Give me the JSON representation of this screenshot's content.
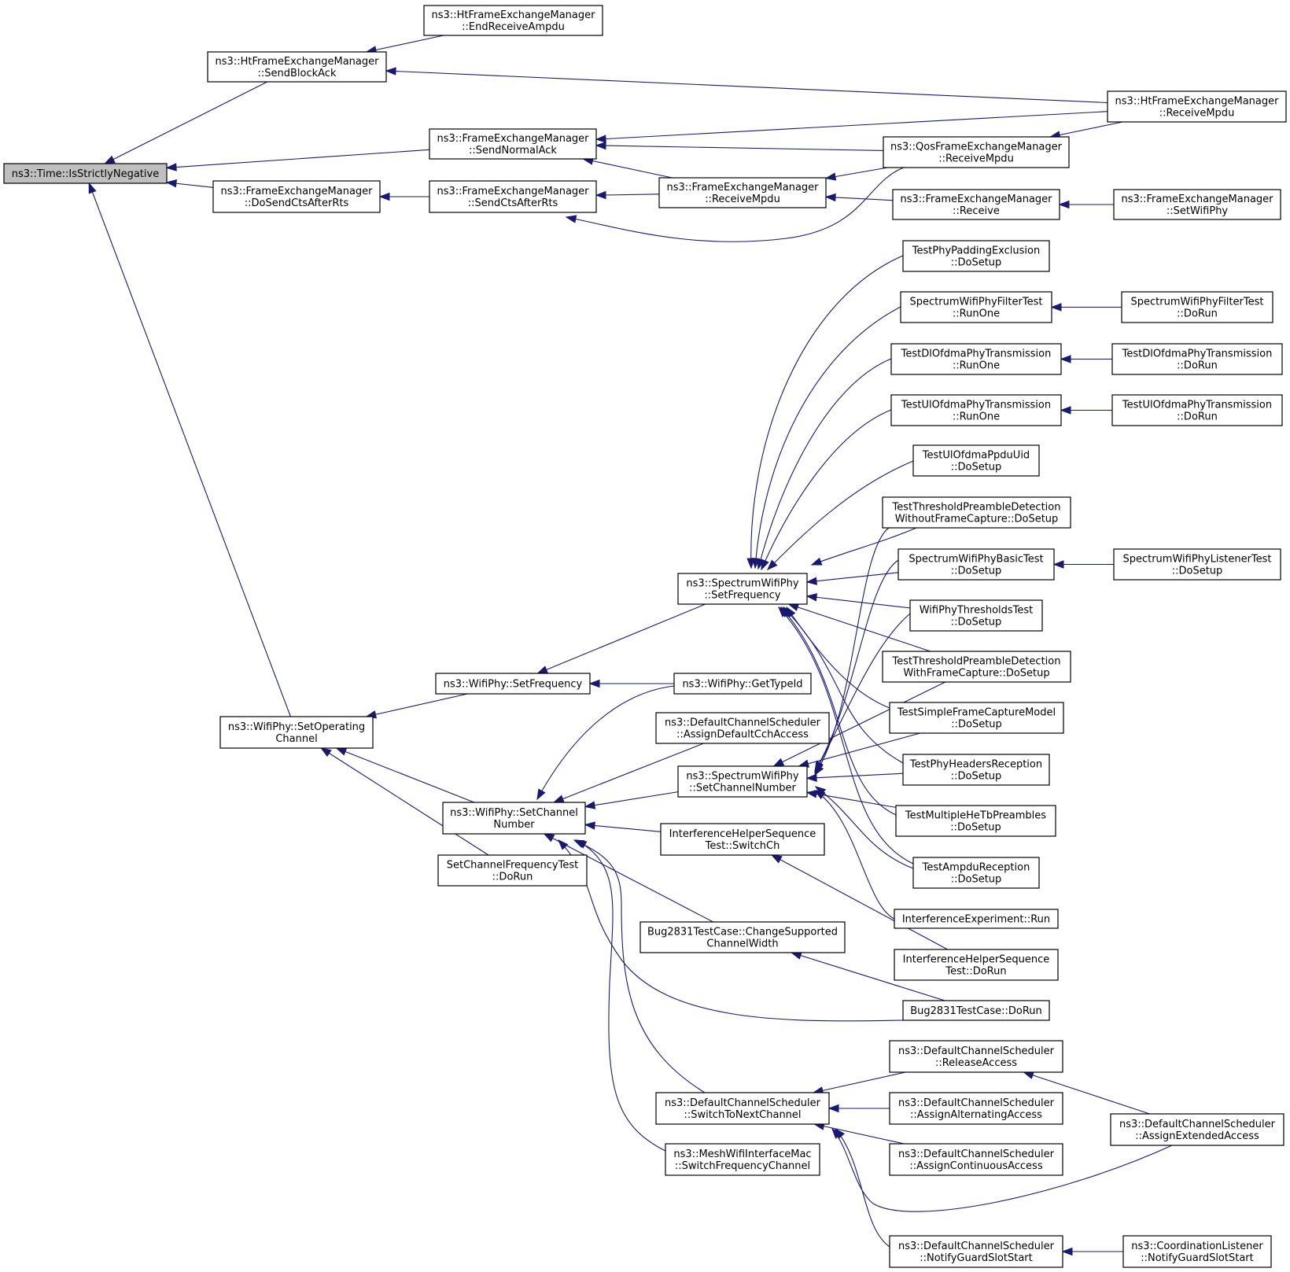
{
  "graph": {
    "edge_color": "#191970",
    "root_fill": "#bfbfbf",
    "nodes": [
      {
        "id": "root",
        "lines": [
          "ns3::Time::IsStrictlyNegative"
        ]
      },
      {
        "id": "sendBlockAck",
        "lines": [
          "ns3::HtFrameExchangeManager",
          "::SendBlockAck"
        ]
      },
      {
        "id": "endReceiveAmpdu",
        "lines": [
          "ns3::HtFrameExchangeManager",
          "::EndReceiveAmpdu"
        ]
      },
      {
        "id": "htReceiveMpdu",
        "lines": [
          "ns3::HtFrameExchangeManager",
          "::ReceiveMpdu"
        ]
      },
      {
        "id": "sendNormalAck",
        "lines": [
          "ns3::FrameExchangeManager",
          "::SendNormalAck"
        ]
      },
      {
        "id": "qosReceiveMpdu",
        "lines": [
          "ns3::QosFrameExchangeManager",
          "::ReceiveMpdu"
        ]
      },
      {
        "id": "fmReceiveMpdu",
        "lines": [
          "ns3::FrameExchangeManager",
          "::ReceiveMpdu"
        ]
      },
      {
        "id": "doSendCtsAfterRts",
        "lines": [
          "ns3::FrameExchangeManager",
          "::DoSendCtsAfterRts"
        ]
      },
      {
        "id": "sendCtsAfterRts",
        "lines": [
          "ns3::FrameExchangeManager",
          "::SendCtsAfterRts"
        ]
      },
      {
        "id": "fmReceive",
        "lines": [
          "ns3::FrameExchangeManager",
          "::Receive"
        ]
      },
      {
        "id": "setWifiPhy",
        "lines": [
          "ns3::FrameExchangeManager",
          "::SetWifiPhy"
        ]
      },
      {
        "id": "phyPaddingExclusion",
        "lines": [
          "TestPhyPaddingExclusion",
          "::DoSetup"
        ]
      },
      {
        "id": "filterRunOne",
        "lines": [
          "SpectrumWifiPhyFilterTest",
          "::RunOne"
        ]
      },
      {
        "id": "filterDoRun",
        "lines": [
          "SpectrumWifiPhyFilterTest",
          "::DoRun"
        ]
      },
      {
        "id": "dlRunOne",
        "lines": [
          "TestDlOfdmaPhyTransmission",
          "::RunOne"
        ]
      },
      {
        "id": "dlDoRun",
        "lines": [
          "TestDlOfdmaPhyTransmission",
          "::DoRun"
        ]
      },
      {
        "id": "ulRunOne",
        "lines": [
          "TestUlOfdmaPhyTransmission",
          "::RunOne"
        ]
      },
      {
        "id": "ulDoRun",
        "lines": [
          "TestUlOfdmaPhyTransmission",
          "::DoRun"
        ]
      },
      {
        "id": "ulPpduUid",
        "lines": [
          "TestUlOfdmaPpduUid",
          "::DoSetup"
        ]
      },
      {
        "id": "threshWithout",
        "lines": [
          "TestThresholdPreambleDetection",
          "WithoutFrameCapture::DoSetup"
        ]
      },
      {
        "id": "basicTest",
        "lines": [
          "SpectrumWifiPhyBasicTest",
          "::DoSetup"
        ]
      },
      {
        "id": "listenerTest",
        "lines": [
          "SpectrumWifiPhyListenerTest",
          "::DoSetup"
        ]
      },
      {
        "id": "thresholdsTest",
        "lines": [
          "WifiPhyThresholdsTest",
          "::DoSetup"
        ]
      },
      {
        "id": "threshWith",
        "lines": [
          "TestThresholdPreambleDetection",
          "WithFrameCapture::DoSetup"
        ]
      },
      {
        "id": "simpleCapture",
        "lines": [
          "TestSimpleFrameCaptureModel",
          "::DoSetup"
        ]
      },
      {
        "id": "phyHeaders",
        "lines": [
          "TestPhyHeadersReception",
          "::DoSetup"
        ]
      },
      {
        "id": "multipleHeTb",
        "lines": [
          "TestMultipleHeTbPreambles",
          "::DoSetup"
        ]
      },
      {
        "id": "ampduReception",
        "lines": [
          "TestAmpduReception",
          "::DoSetup"
        ]
      },
      {
        "id": "interfExpRun",
        "lines": [
          "InterferenceExperiment::Run"
        ]
      },
      {
        "id": "interfSeqDoRun",
        "lines": [
          "InterferenceHelperSequence",
          "Test::DoRun"
        ]
      },
      {
        "id": "bugDoRun",
        "lines": [
          "Bug2831TestCase::DoRun"
        ]
      },
      {
        "id": "specSetFrequency",
        "lines": [
          "ns3::SpectrumWifiPhy",
          "::SetFrequency"
        ]
      },
      {
        "id": "wifiSetFrequency",
        "lines": [
          "ns3::WifiPhy::SetFrequency"
        ]
      },
      {
        "id": "getTypeId",
        "lines": [
          "ns3::WifiPhy::GetTypeId"
        ]
      },
      {
        "id": "assignDefaultCch",
        "lines": [
          "ns3::DefaultChannelScheduler",
          "::AssignDefaultCchAccess"
        ]
      },
      {
        "id": "specSetChannelNumber",
        "lines": [
          "ns3::SpectrumWifiPhy",
          "::SetChannelNumber"
        ]
      },
      {
        "id": "wifiSetChannelNumber",
        "lines": [
          "ns3::WifiPhy::SetChannel",
          "Number"
        ]
      },
      {
        "id": "setOperatingChannel",
        "lines": [
          "ns3::WifiPhy::SetOperating",
          "Channel"
        ]
      },
      {
        "id": "setChannelFreqTest",
        "lines": [
          "SetChannelFrequencyTest",
          "::DoRun"
        ]
      },
      {
        "id": "interfSeqSwitchCh",
        "lines": [
          "InterferenceHelperSequence",
          "Test::SwitchCh"
        ]
      },
      {
        "id": "bugChangeWidth",
        "lines": [
          "Bug2831TestCase::ChangeSupported",
          "ChannelWidth"
        ]
      },
      {
        "id": "switchToNextChannel",
        "lines": [
          "ns3::DefaultChannelScheduler",
          "::SwitchToNextChannel"
        ]
      },
      {
        "id": "meshSwitchFreq",
        "lines": [
          "ns3::MeshWifiInterfaceMac",
          "::SwitchFrequencyChannel"
        ]
      },
      {
        "id": "releaseAccess",
        "lines": [
          "ns3::DefaultChannelScheduler",
          "::ReleaseAccess"
        ]
      },
      {
        "id": "assignAlternating",
        "lines": [
          "ns3::DefaultChannelScheduler",
          "::AssignAlternatingAccess"
        ]
      },
      {
        "id": "assignContinuous",
        "lines": [
          "ns3::DefaultChannelScheduler",
          "::AssignContinuousAccess"
        ]
      },
      {
        "id": "assignExtended",
        "lines": [
          "ns3::DefaultChannelScheduler",
          "::AssignExtendedAccess"
        ]
      },
      {
        "id": "notifyGuardScheduler",
        "lines": [
          "ns3::DefaultChannelScheduler",
          "::NotifyGuardSlotStart"
        ]
      },
      {
        "id": "notifyGuardListener",
        "lines": [
          "ns3::CoordinationListener",
          "::NotifyGuardSlotStart"
        ]
      }
    ],
    "edges": [
      {
        "from": "sendBlockAck",
        "to": "root"
      },
      {
        "from": "sendNormalAck",
        "to": "root"
      },
      {
        "from": "doSendCtsAfterRts",
        "to": "root"
      },
      {
        "from": "setOperatingChannel",
        "to": "root"
      },
      {
        "from": "endReceiveAmpdu",
        "to": "sendBlockAck"
      },
      {
        "from": "htReceiveMpdu",
        "to": "sendBlockAck"
      },
      {
        "from": "htReceiveMpdu",
        "to": "sendNormalAck"
      },
      {
        "from": "qosReceiveMpdu",
        "to": "sendNormalAck"
      },
      {
        "from": "fmReceiveMpdu",
        "to": "sendNormalAck"
      },
      {
        "from": "htReceiveMpdu",
        "to": "qosReceiveMpdu"
      },
      {
        "from": "qosReceiveMpdu",
        "to": "fmReceiveMpdu"
      },
      {
        "from": "fmReceive",
        "to": "fmReceiveMpdu"
      },
      {
        "from": "fmReceiveMpdu",
        "to": "sendCtsAfterRts"
      },
      {
        "from": "qosReceiveMpdu",
        "to": "sendCtsAfterRts"
      },
      {
        "from": "sendCtsAfterRts",
        "to": "doSendCtsAfterRts"
      },
      {
        "from": "setWifiPhy",
        "to": "fmReceive"
      },
      {
        "from": "phyPaddingExclusion",
        "to": "specSetFrequency"
      },
      {
        "from": "filterRunOne",
        "to": "specSetFrequency"
      },
      {
        "from": "dlRunOne",
        "to": "specSetFrequency"
      },
      {
        "from": "ulRunOne",
        "to": "specSetFrequency"
      },
      {
        "from": "ulPpduUid",
        "to": "specSetFrequency"
      },
      {
        "from": "threshWithout",
        "to": "specSetFrequency"
      },
      {
        "from": "basicTest",
        "to": "specSetFrequency"
      },
      {
        "from": "thresholdsTest",
        "to": "specSetFrequency"
      },
      {
        "from": "threshWith",
        "to": "specSetFrequency"
      },
      {
        "from": "simpleCapture",
        "to": "specSetFrequency"
      },
      {
        "from": "phyHeaders",
        "to": "specSetFrequency"
      },
      {
        "from": "multipleHeTb",
        "to": "specSetFrequency"
      },
      {
        "from": "ampduReception",
        "to": "specSetFrequency"
      },
      {
        "from": "filterDoRun",
        "to": "filterRunOne"
      },
      {
        "from": "dlDoRun",
        "to": "dlRunOne"
      },
      {
        "from": "ulDoRun",
        "to": "ulRunOne"
      },
      {
        "from": "listenerTest",
        "to": "basicTest"
      },
      {
        "from": "specSetFrequency",
        "to": "wifiSetFrequency"
      },
      {
        "from": "getTypeId",
        "to": "wifiSetFrequency"
      },
      {
        "from": "wifiSetFrequency",
        "to": "setOperatingChannel"
      },
      {
        "from": "wifiSetChannelNumber",
        "to": "setOperatingChannel"
      },
      {
        "from": "setChannelFreqTest",
        "to": "setOperatingChannel"
      },
      {
        "from": "getTypeId",
        "to": "wifiSetChannelNumber"
      },
      {
        "from": "assignDefaultCch",
        "to": "wifiSetChannelNumber"
      },
      {
        "from": "specSetChannelNumber",
        "to": "wifiSetChannelNumber"
      },
      {
        "from": "interfSeqSwitchCh",
        "to": "wifiSetChannelNumber"
      },
      {
        "from": "bugChangeWidth",
        "to": "wifiSetChannelNumber"
      },
      {
        "from": "bugDoRun",
        "to": "wifiSetChannelNumber"
      },
      {
        "from": "switchToNextChannel",
        "to": "wifiSetChannelNumber"
      },
      {
        "from": "meshSwitchFreq",
        "to": "wifiSetChannelNumber"
      },
      {
        "from": "threshWithout",
        "to": "specSetChannelNumber"
      },
      {
        "from": "basicTest",
        "to": "specSetChannelNumber"
      },
      {
        "from": "thresholdsTest",
        "to": "specSetChannelNumber"
      },
      {
        "from": "threshWith",
        "to": "specSetChannelNumber"
      },
      {
        "from": "simpleCapture",
        "to": "specSetChannelNumber"
      },
      {
        "from": "phyHeaders",
        "to": "specSetChannelNumber"
      },
      {
        "from": "multipleHeTb",
        "to": "specSetChannelNumber"
      },
      {
        "from": "ampduReception",
        "to": "specSetChannelNumber"
      },
      {
        "from": "interfExpRun",
        "to": "specSetChannelNumber"
      },
      {
        "from": "interfSeqDoRun",
        "to": "interfSeqSwitchCh"
      },
      {
        "from": "bugDoRun",
        "to": "bugChangeWidth"
      },
      {
        "from": "releaseAccess",
        "to": "switchToNextChannel"
      },
      {
        "from": "assignAlternating",
        "to": "switchToNextChannel"
      },
      {
        "from": "assignContinuous",
        "to": "switchToNextChannel"
      },
      {
        "from": "assignExtended",
        "to": "switchToNextChannel"
      },
      {
        "from": "notifyGuardScheduler",
        "to": "switchToNextChannel"
      },
      {
        "from": "assignExtended",
        "to": "releaseAccess"
      },
      {
        "from": "notifyGuardListener",
        "to": "notifyGuardScheduler"
      }
    ]
  }
}
